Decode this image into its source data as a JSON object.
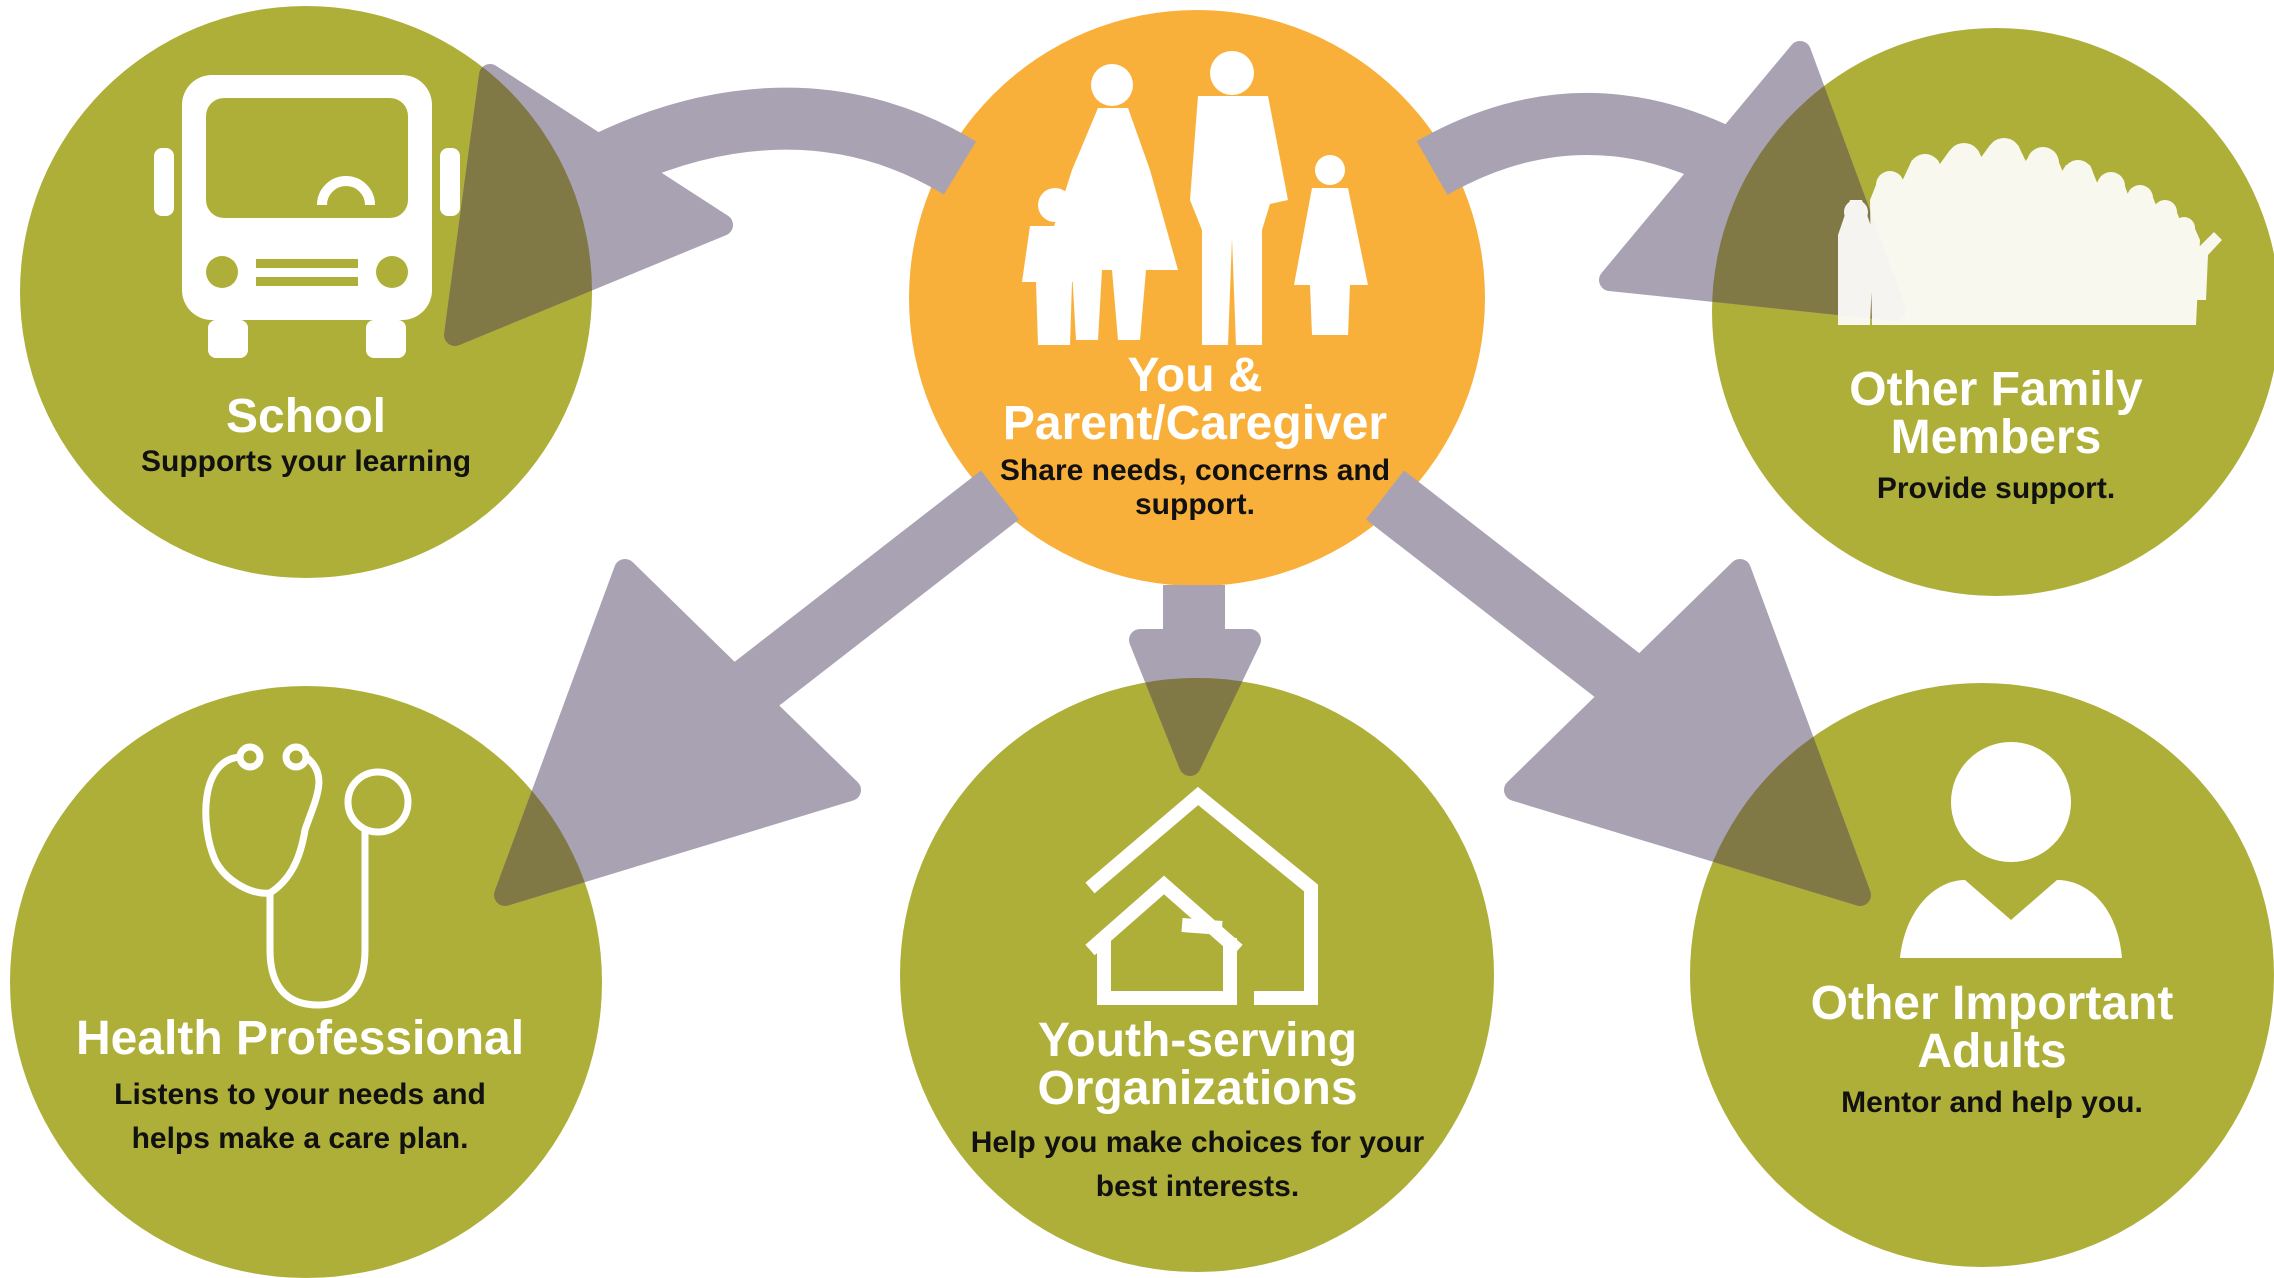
{
  "colors": {
    "center": "#F9B03B",
    "node": "#AEAF38",
    "arrow": "#A8A2B3",
    "overlap": "#807946"
  },
  "center": {
    "title": "You & Parent/Caregiver",
    "description": "Share needs, concerns and support.",
    "icon": "family-icon"
  },
  "nodes": {
    "school": {
      "title": "School",
      "description": "Supports your learning",
      "icon": "school-bus-icon"
    },
    "family": {
      "title": "Other Family Members",
      "description": "Provide support.",
      "icon": "crowd-icon"
    },
    "health": {
      "title": "Health Professional",
      "description": "Listens to your needs and helps make a care plan.",
      "icon": "stethoscope-icon"
    },
    "youth": {
      "title": "Youth-serving Organizations",
      "description": "Help you make choices for your best interests.",
      "icon": "house-icon"
    },
    "adults": {
      "title": "Other Important Adults",
      "description": "Mentor and help you.",
      "icon": "person-icon"
    }
  }
}
